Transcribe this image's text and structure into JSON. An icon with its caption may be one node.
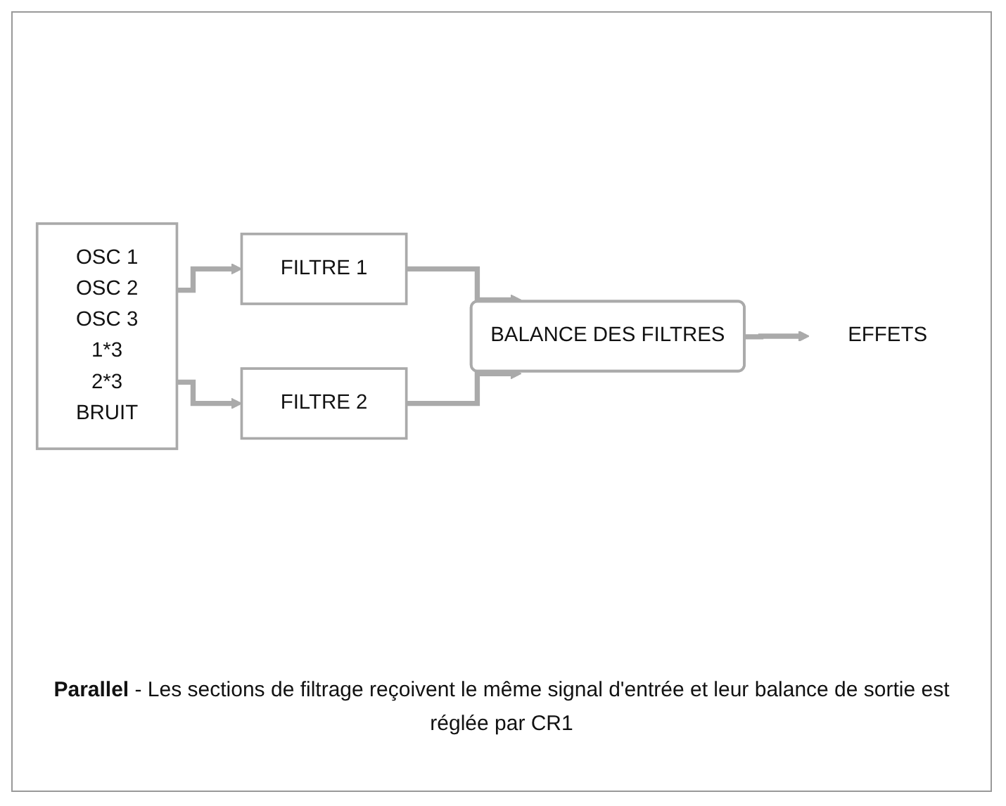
{
  "diagram": {
    "caption": "**Parallel** - Les sections de filtrage reçoivent le même signal d'entrée et leur balance de sortie est réglée par CR1",
    "nodes": [
      {
        "text": [
          "OSC 1",
          "OSC 2",
          "OSC 3",
          "1*3",
          "2*3",
          "BRUIT"
        ]
      },
      {
        "text": [
          "FILTRE 1"
        ]
      },
      {
        "text": [
          "FILTRE 2"
        ]
      },
      {
        "text": [
          "BALANCE DES FILTRES"
        ]
      },
      {
        "text": [
          "EFFETS"
        ]
      }
    ],
    "edges": [
      {
        "from": 0,
        "to": 1,
        "arrow": "to"
      },
      {
        "from": 0,
        "to": 2,
        "arrow": "to"
      },
      {
        "from": 1,
        "to": 3,
        "arrow": "to"
      },
      {
        "from": 2,
        "to": 3,
        "arrow": "to"
      },
      {
        "from": 3,
        "to": 4,
        "arrow": "to"
      }
    ]
  }
}
